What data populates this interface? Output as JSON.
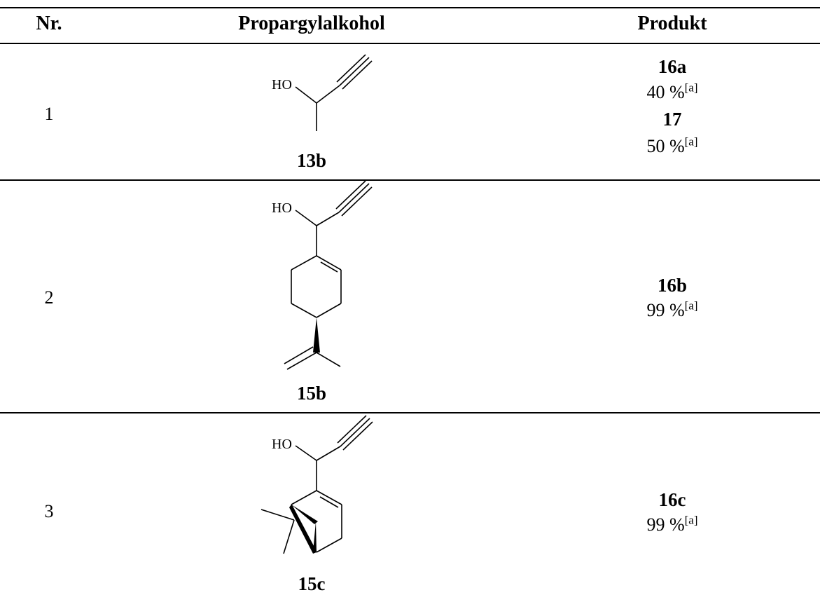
{
  "table": {
    "headers": {
      "nr": "Nr.",
      "alcohol": "Propargylalkohol",
      "product": "Produkt"
    },
    "rows": [
      {
        "nr": "1",
        "compound": "13b",
        "hydroxyl_label": "HO",
        "products": [
          {
            "label": "16a",
            "yield": "40 %",
            "note": "[a]"
          },
          {
            "label": "17",
            "yield": "50 %",
            "note": "[a]"
          }
        ]
      },
      {
        "nr": "2",
        "compound": "15b",
        "hydroxyl_label": "HO",
        "products": [
          {
            "label": "16b",
            "yield": "99 %",
            "note": "[a]"
          }
        ]
      },
      {
        "nr": "3",
        "compound": "15c",
        "hydroxyl_label": "HO",
        "products": [
          {
            "label": "16c",
            "yield": "99 %",
            "note": "[a]"
          }
        ]
      }
    ]
  }
}
